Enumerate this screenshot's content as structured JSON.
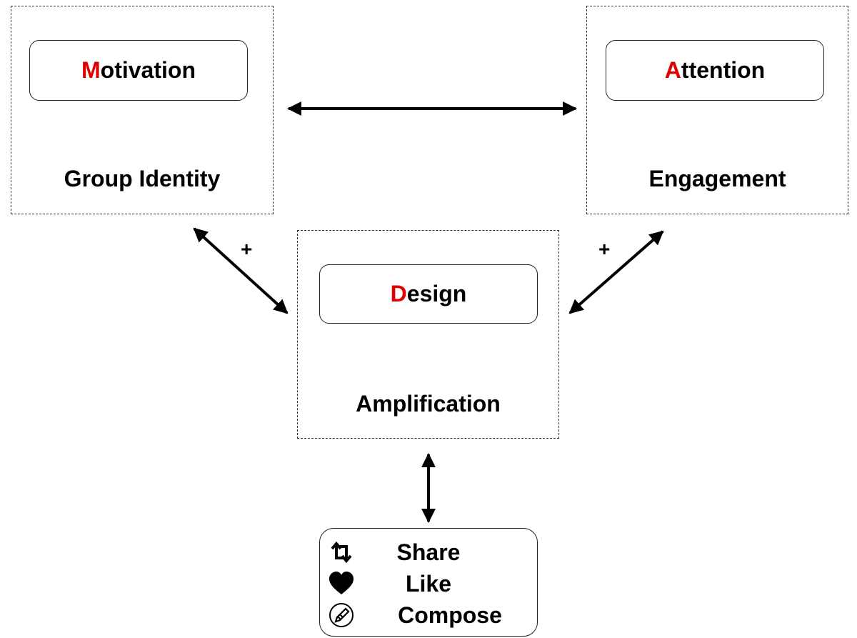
{
  "nodes": {
    "motivation": {
      "initial": "M",
      "rest": "otivation",
      "sublabel": "Group Identity"
    },
    "attention": {
      "initial": "A",
      "rest": "ttention",
      "sublabel": "Engagement"
    },
    "design": {
      "initial": "D",
      "rest": "esign",
      "sublabel": "Amplification"
    }
  },
  "edges": {
    "left_sign": "+",
    "right_sign": "+"
  },
  "actions": [
    {
      "icon": "retweet-icon",
      "label": "Share"
    },
    {
      "icon": "heart-icon",
      "label": "Like"
    },
    {
      "icon": "compose-icon",
      "label": "Compose"
    }
  ],
  "colors": {
    "initial_accent": "#e00000",
    "stroke": "#000000"
  }
}
